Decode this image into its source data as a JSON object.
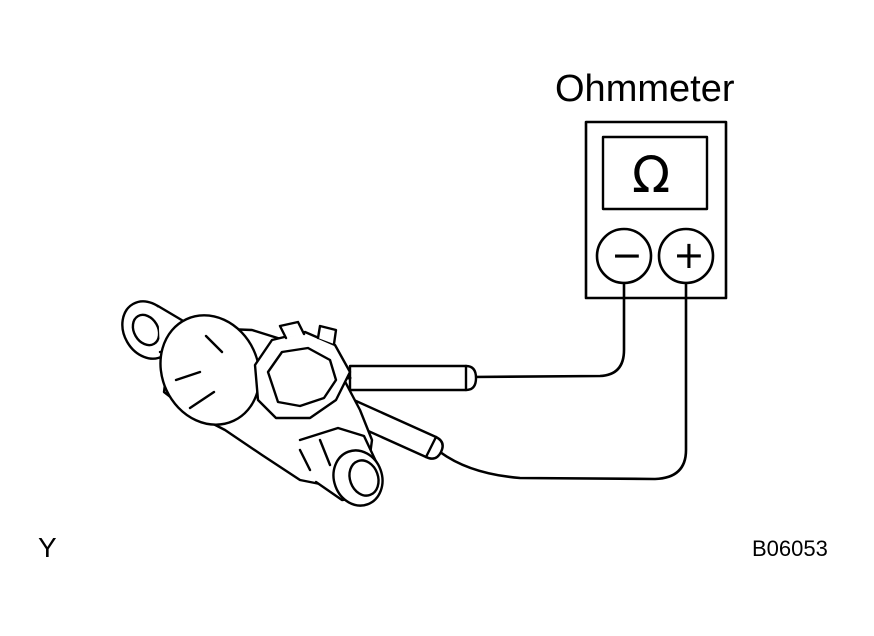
{
  "diagram": {
    "meter_label": "Ohmmeter",
    "display_symbol": "Ω",
    "negative_terminal": "−",
    "positive_terminal": "+",
    "corner_left_code": "Y",
    "corner_right_code": "B06053"
  }
}
